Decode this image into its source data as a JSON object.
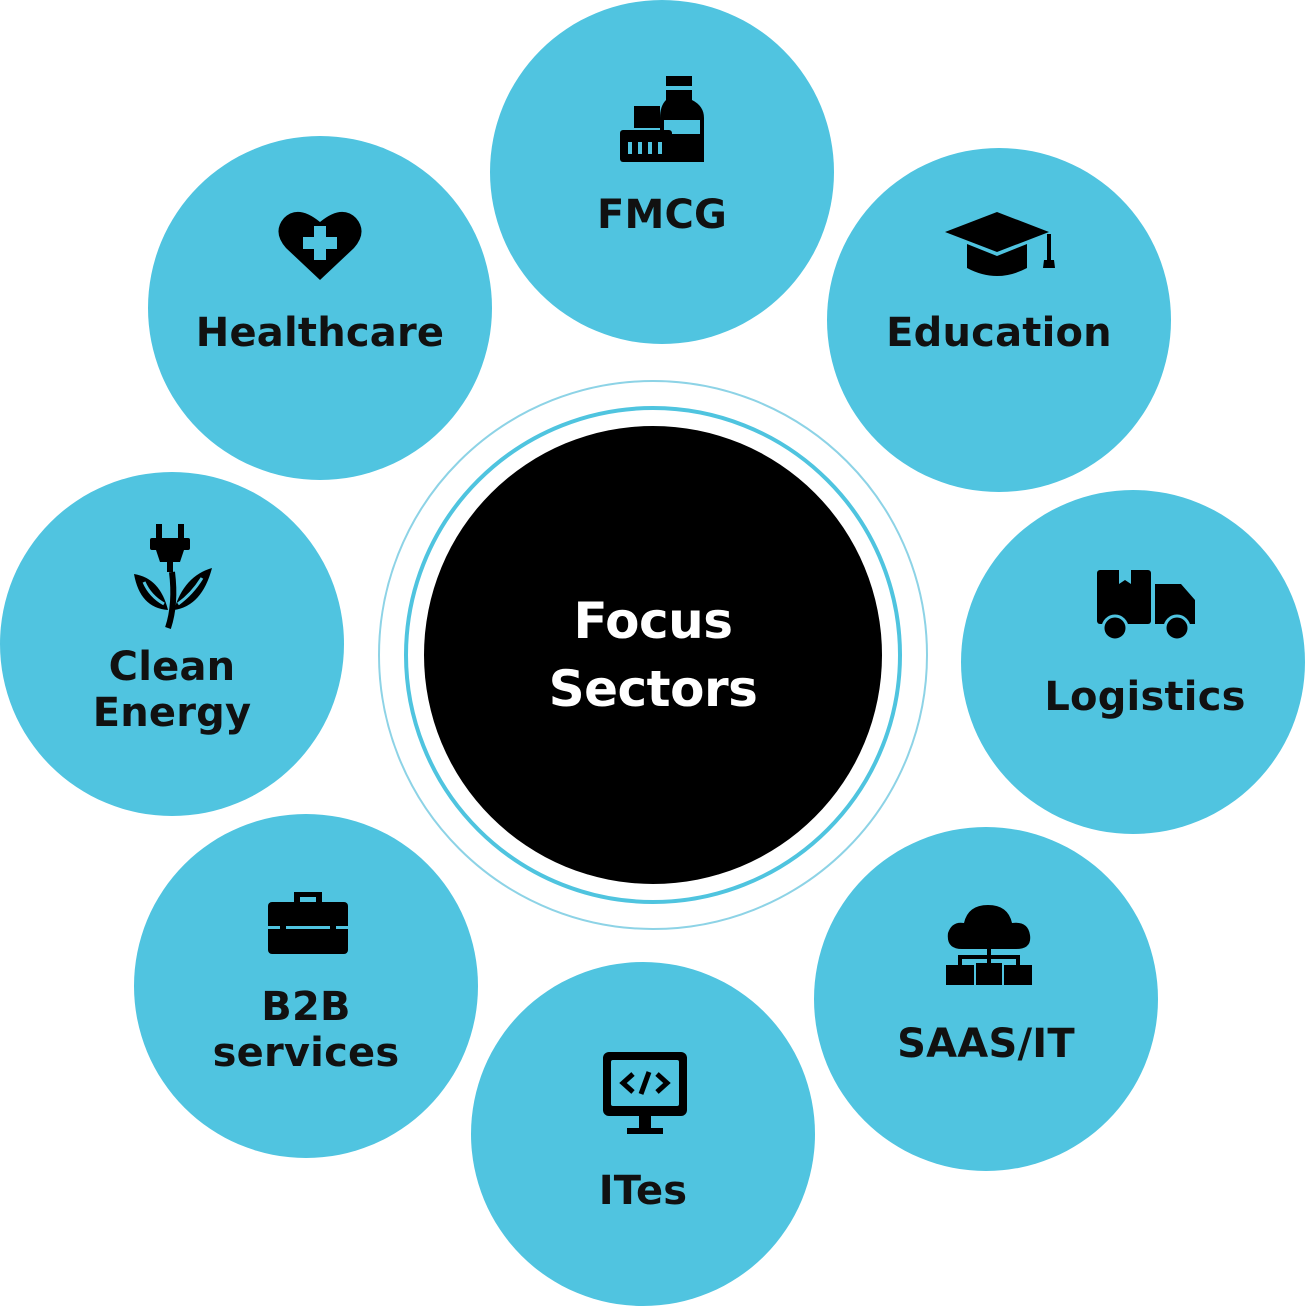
{
  "center": {
    "title": "Focus Sectors",
    "color": "#000000",
    "text_color": "#ffffff"
  },
  "colors": {
    "sector_fill": "#50c4e0",
    "ring": "#4fc4df",
    "label": "#111111"
  },
  "sectors": [
    {
      "name": "fmcg",
      "label": "FMCG",
      "icon": "bottle-jar-icon"
    },
    {
      "name": "education",
      "label": "Education",
      "icon": "graduation-cap-icon"
    },
    {
      "name": "logistics",
      "label": "Logistics",
      "icon": "delivery-truck-icon"
    },
    {
      "name": "saas-it",
      "label": "SAAS/IT",
      "icon": "cloud-network-icon"
    },
    {
      "name": "ites",
      "label": "ITes",
      "icon": "code-monitor-icon"
    },
    {
      "name": "b2b-services",
      "label": "B2B\nservices",
      "icon": "briefcase-icon"
    },
    {
      "name": "clean-energy",
      "label": "Clean\nEnergy",
      "icon": "plug-plant-icon"
    },
    {
      "name": "healthcare",
      "label": "Healthcare",
      "icon": "heart-cross-icon"
    }
  ]
}
